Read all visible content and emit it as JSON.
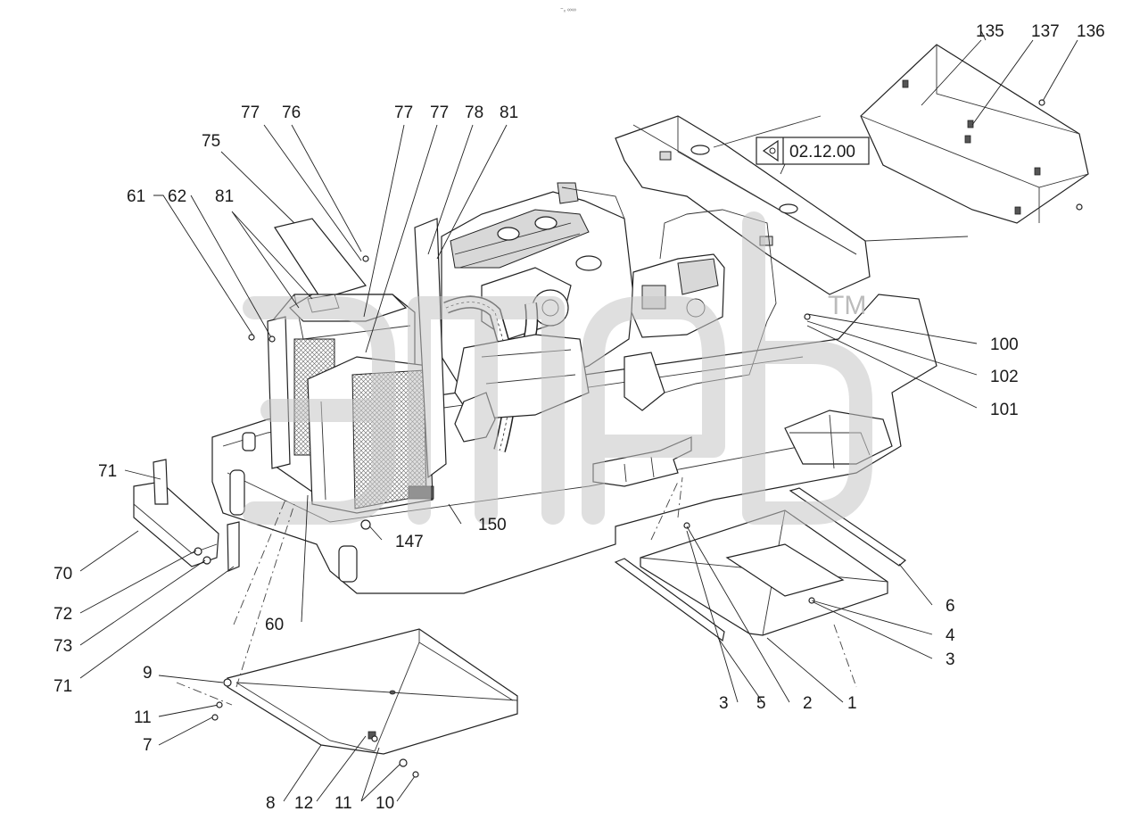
{
  "header_mark": "⁼ₓ ∞∞",
  "reference_label": "02.12.00",
  "watermark_tm": "TM",
  "callouts": [
    {
      "id": "c135",
      "text": "135"
    },
    {
      "id": "c137",
      "text": "137"
    },
    {
      "id": "c136",
      "text": "136"
    },
    {
      "id": "c77a",
      "text": "77"
    },
    {
      "id": "c76",
      "text": "76"
    },
    {
      "id": "c77b",
      "text": "77"
    },
    {
      "id": "c77c",
      "text": "77"
    },
    {
      "id": "c78",
      "text": "78"
    },
    {
      "id": "c81a",
      "text": "81"
    },
    {
      "id": "c75",
      "text": "75"
    },
    {
      "id": "c61",
      "text": "61"
    },
    {
      "id": "c62",
      "text": "62"
    },
    {
      "id": "c81b",
      "text": "81"
    },
    {
      "id": "c100",
      "text": "100"
    },
    {
      "id": "c102",
      "text": "102"
    },
    {
      "id": "c101",
      "text": "101"
    },
    {
      "id": "c71a",
      "text": "71"
    },
    {
      "id": "c150",
      "text": "150"
    },
    {
      "id": "c147",
      "text": "147"
    },
    {
      "id": "c70",
      "text": "70"
    },
    {
      "id": "c72",
      "text": "72"
    },
    {
      "id": "c73",
      "text": "73"
    },
    {
      "id": "c60",
      "text": "60"
    },
    {
      "id": "c71b",
      "text": "71"
    },
    {
      "id": "c6",
      "text": "6"
    },
    {
      "id": "c4",
      "text": "4"
    },
    {
      "id": "c3a",
      "text": "3"
    },
    {
      "id": "c3b",
      "text": "3"
    },
    {
      "id": "c5",
      "text": "5"
    },
    {
      "id": "c2",
      "text": "2"
    },
    {
      "id": "c1",
      "text": "1"
    },
    {
      "id": "c9",
      "text": "9"
    },
    {
      "id": "c11a",
      "text": "11"
    },
    {
      "id": "c7",
      "text": "7"
    },
    {
      "id": "c8",
      "text": "8"
    },
    {
      "id": "c12",
      "text": "12"
    },
    {
      "id": "c11b",
      "text": "11"
    },
    {
      "id": "c10",
      "text": "10"
    }
  ]
}
